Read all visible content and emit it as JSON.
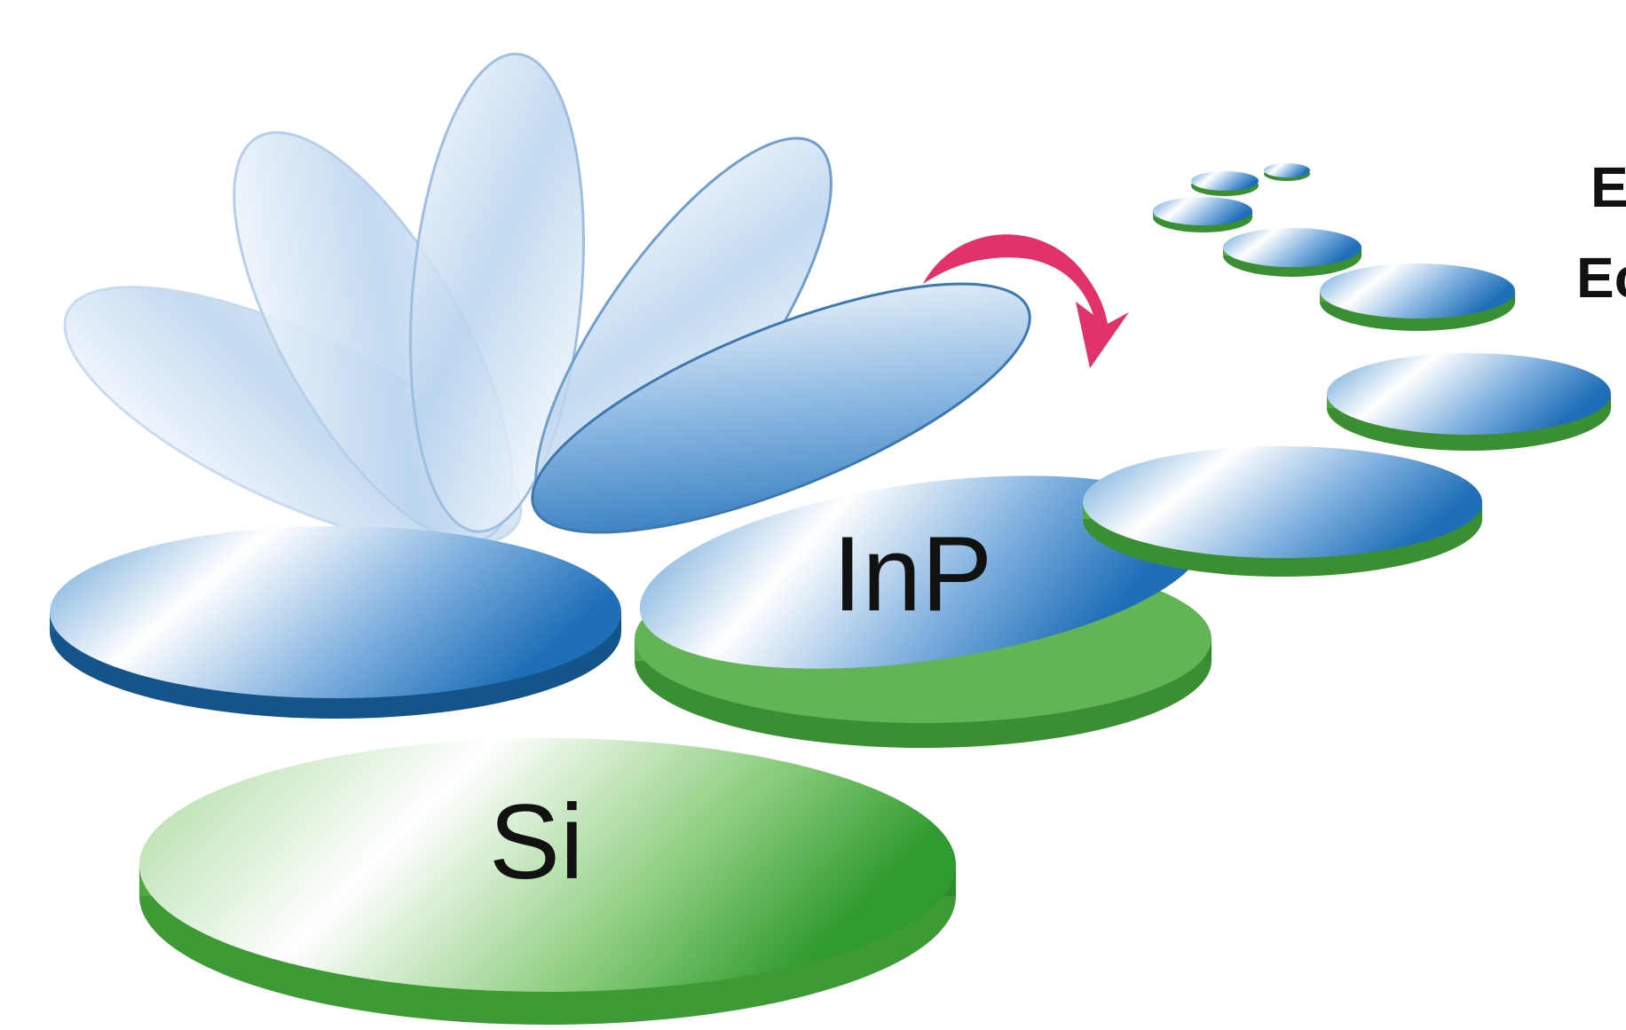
{
  "diagram": {
    "labels": {
      "inp": "InP",
      "si": "Si",
      "cut_line1": "E",
      "cut_line2": "Ec"
    },
    "colors": {
      "wafer_blue_light": "#ffffff",
      "wafer_blue_mid": "#a9c8e8",
      "wafer_blue_dark": "#1f6fb8",
      "wafer_green_light": "#e6f5e0",
      "wafer_green_dark": "#3aa63a",
      "rim_green": "#3f9a3a",
      "rim_blue": "#1a5f99",
      "arrow": "#e2326a"
    }
  }
}
